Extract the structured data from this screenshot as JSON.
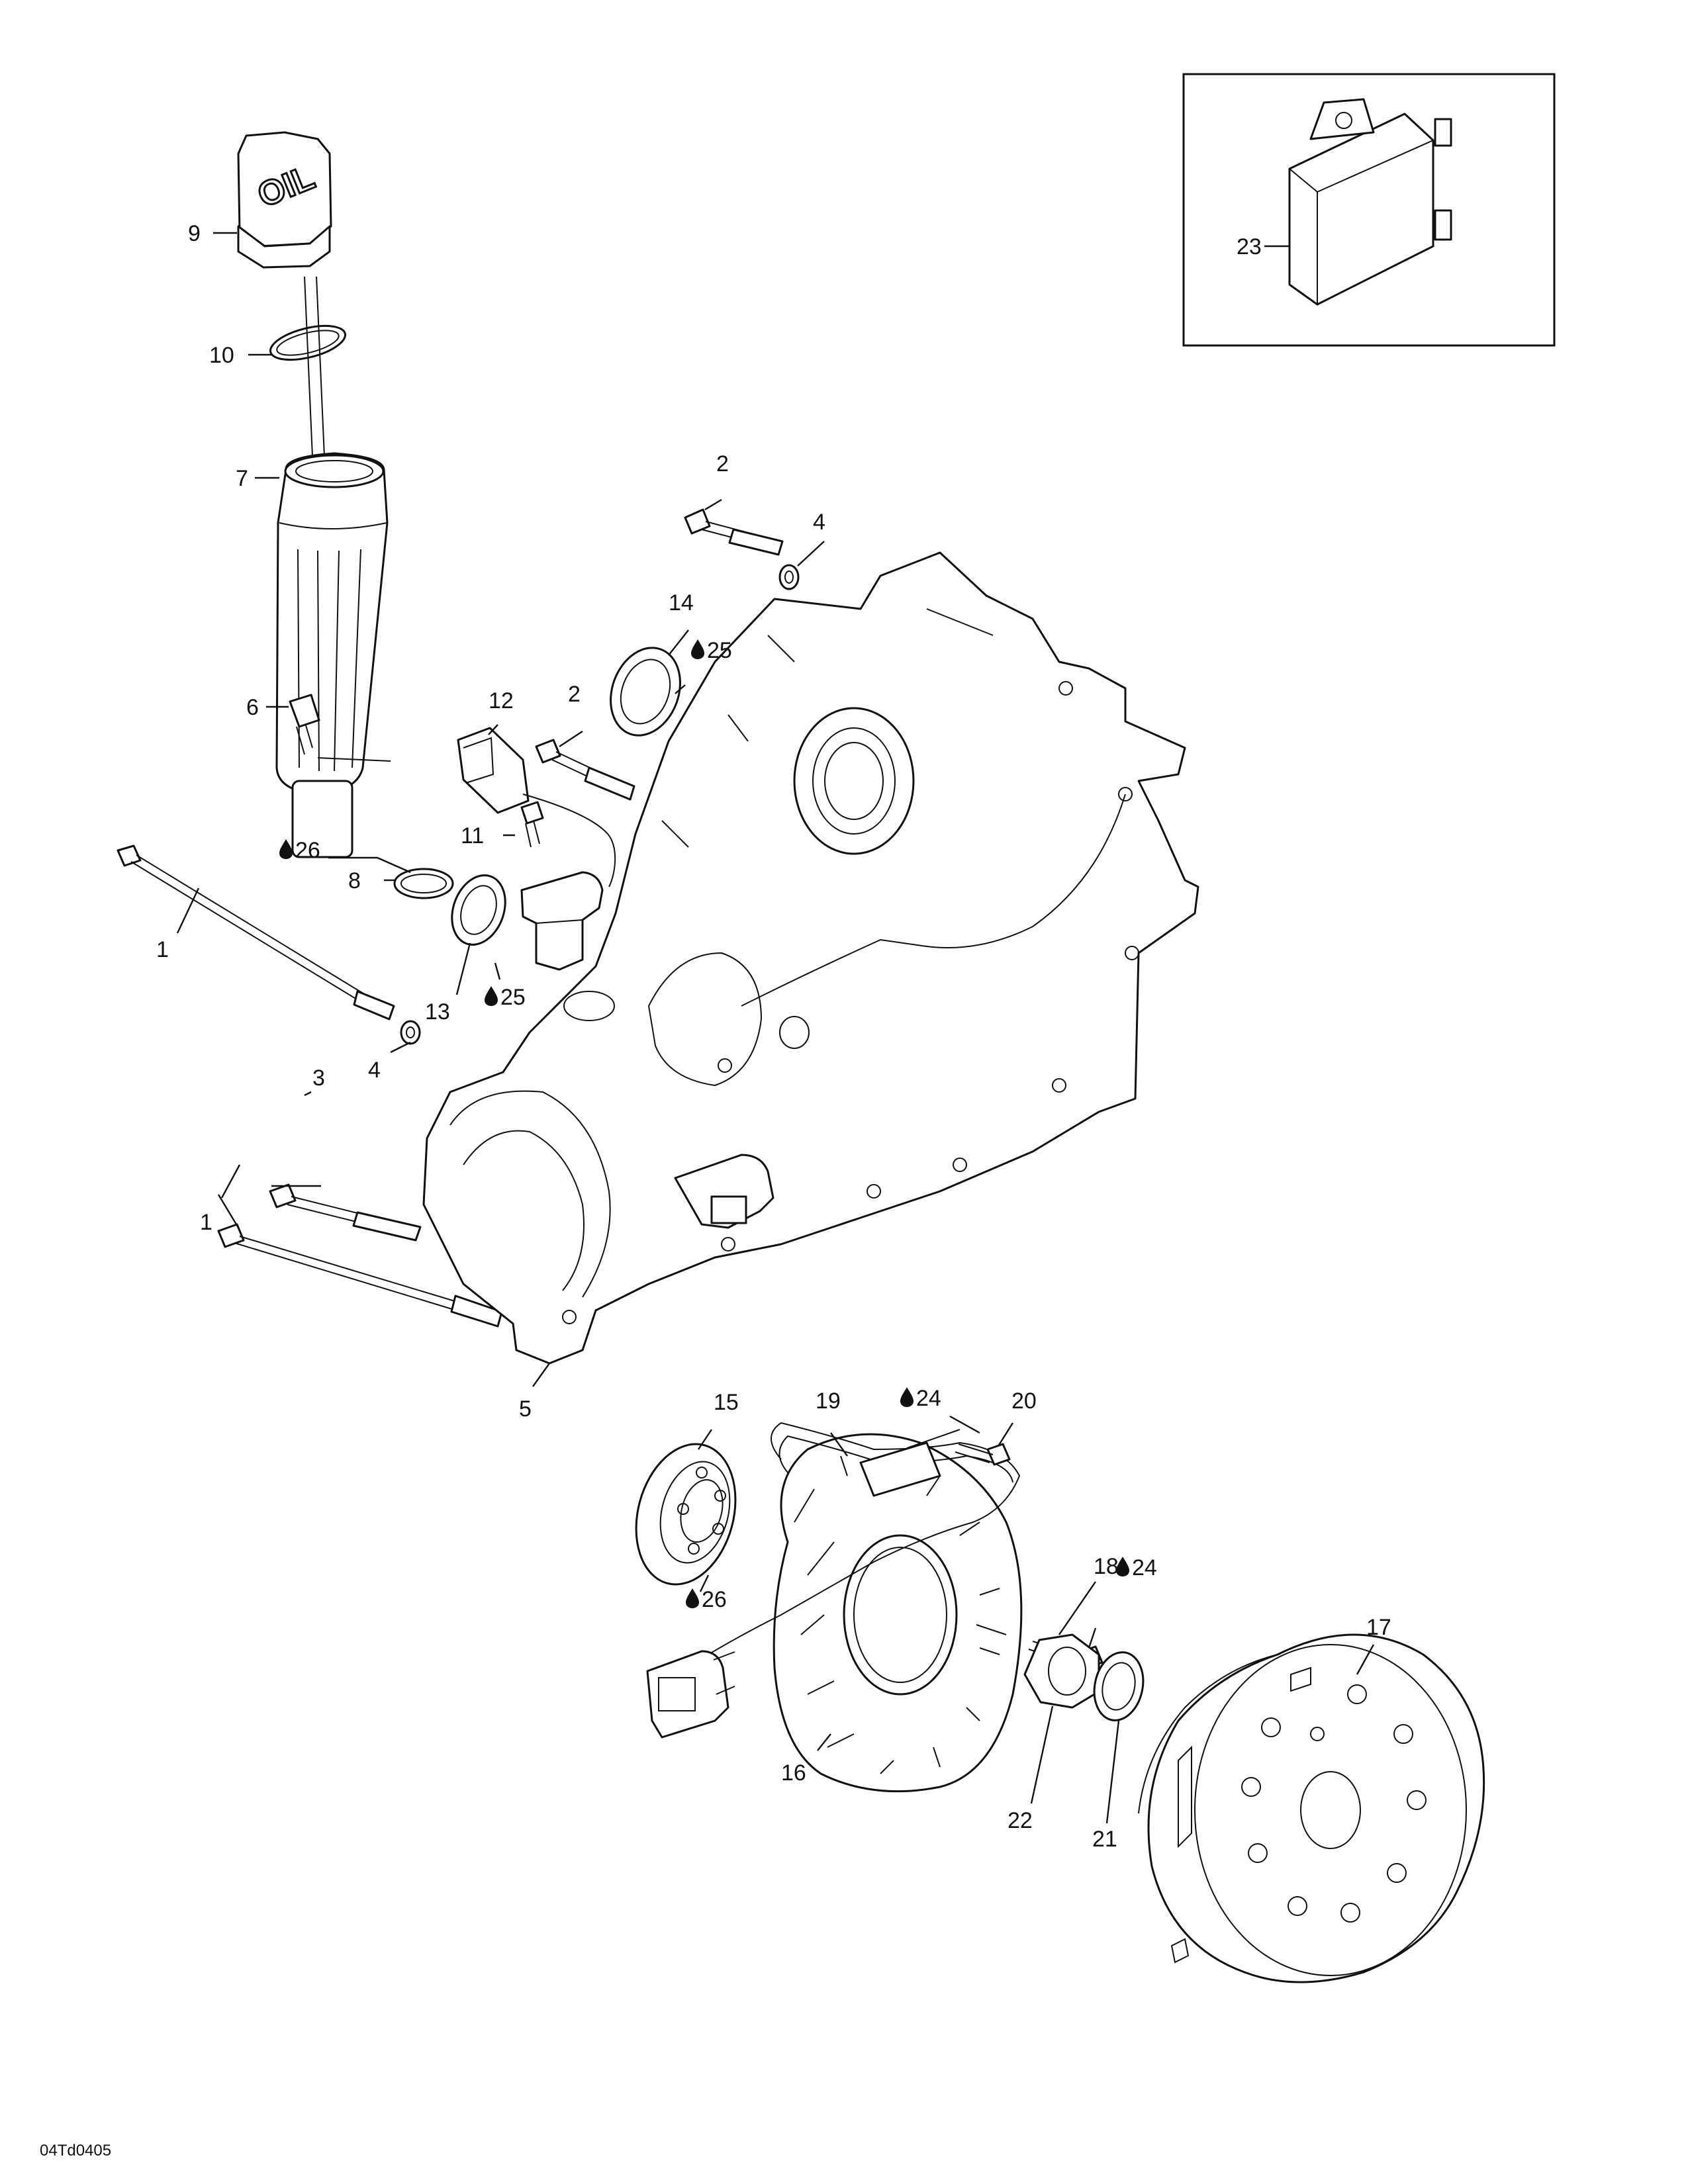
{
  "inset": {
    "label": "23"
  },
  "oil_cap_text": "OIL",
  "callouts": [
    {
      "id": "c1a",
      "text": "1"
    },
    {
      "id": "c1b",
      "text": "1"
    },
    {
      "id": "c2a",
      "text": "2"
    },
    {
      "id": "c2b",
      "text": "2"
    },
    {
      "id": "c3",
      "text": "3"
    },
    {
      "id": "c4a",
      "text": "4"
    },
    {
      "id": "c4b",
      "text": "4"
    },
    {
      "id": "c5",
      "text": "5"
    },
    {
      "id": "c6",
      "text": "6"
    },
    {
      "id": "c7",
      "text": "7"
    },
    {
      "id": "c8",
      "text": "8"
    },
    {
      "id": "c9",
      "text": "9"
    },
    {
      "id": "c10",
      "text": "10"
    },
    {
      "id": "c11",
      "text": "11"
    },
    {
      "id": "c12",
      "text": "12"
    },
    {
      "id": "c13",
      "text": "13"
    },
    {
      "id": "c14",
      "text": "14"
    },
    {
      "id": "c15",
      "text": "15"
    },
    {
      "id": "c16",
      "text": "16"
    },
    {
      "id": "c17",
      "text": "17"
    },
    {
      "id": "c18",
      "text": "18"
    },
    {
      "id": "c19",
      "text": "19"
    },
    {
      "id": "c20",
      "text": "20"
    },
    {
      "id": "c21",
      "text": "21"
    },
    {
      "id": "c22",
      "text": "22"
    }
  ],
  "lubricant_callouts": [
    {
      "id": "l25a",
      "text": "25"
    },
    {
      "id": "l25b",
      "text": "25"
    },
    {
      "id": "l26a",
      "text": "26"
    },
    {
      "id": "l26b",
      "text": "26"
    },
    {
      "id": "l24a",
      "text": "24"
    },
    {
      "id": "l24b",
      "text": "24"
    }
  ],
  "reference_code": "04Td0405"
}
